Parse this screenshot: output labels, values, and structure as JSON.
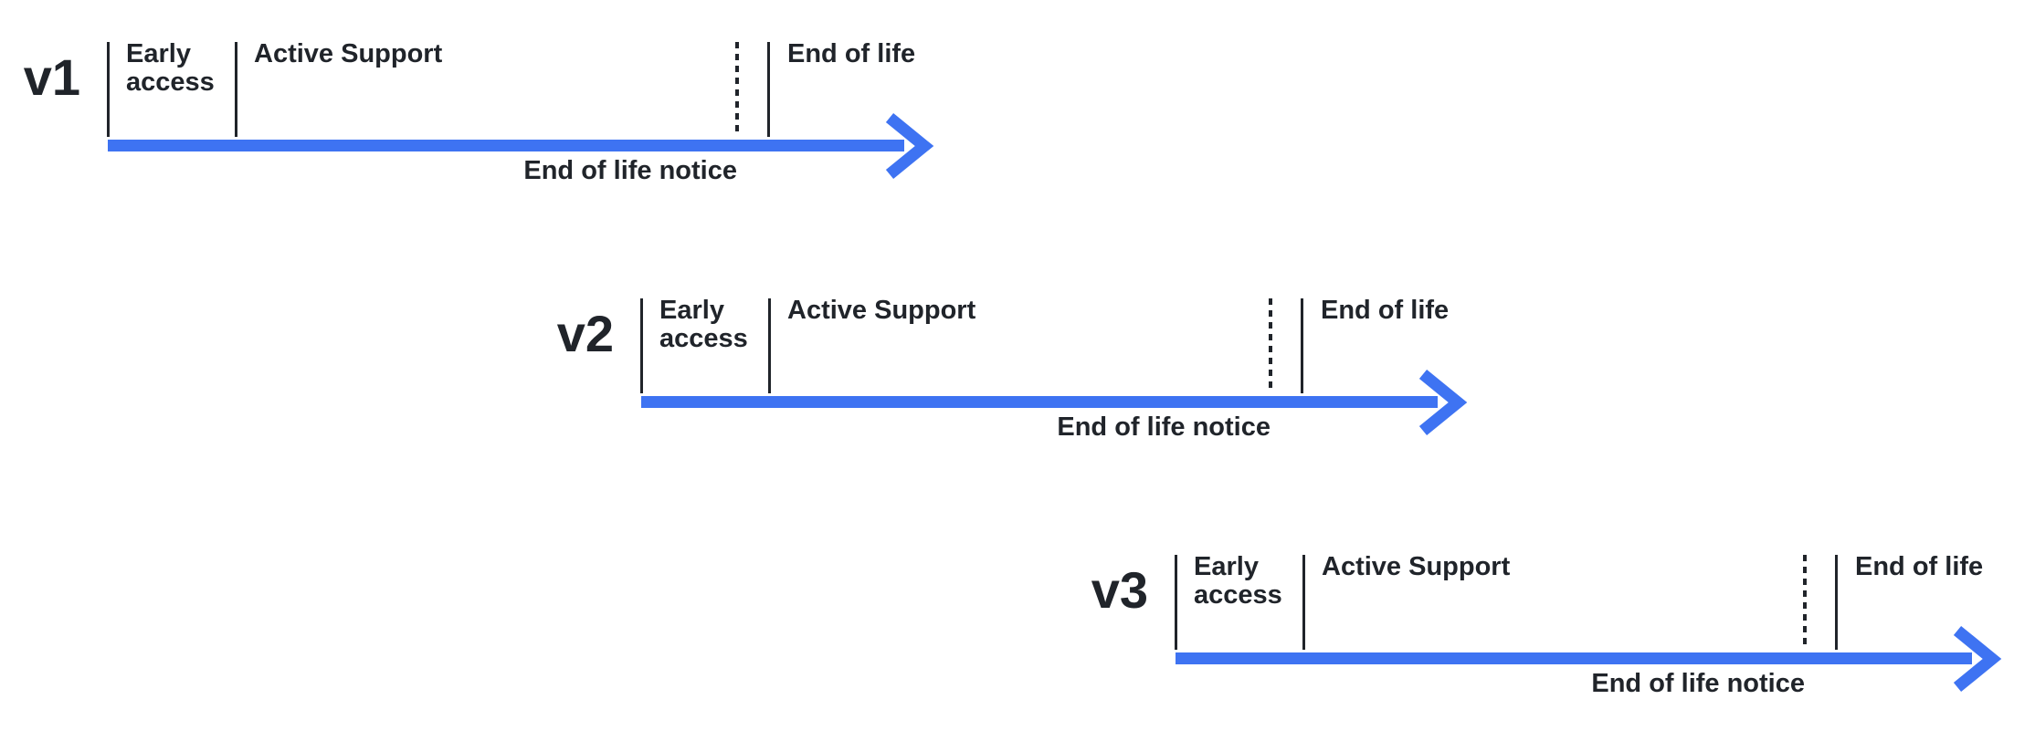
{
  "colors": {
    "background": "#FFFFFF",
    "ink": "#20242A",
    "arrow": "#3E73F2"
  },
  "timelines": [
    {
      "version": "v1",
      "early_access_label": "Early access",
      "active_support_label": "Active Support",
      "end_of_life_label": "End of life",
      "end_of_life_notice_label": "End of life notice"
    },
    {
      "version": "v2",
      "early_access_label": "Early access",
      "active_support_label": "Active Support",
      "end_of_life_label": "End of life",
      "end_of_life_notice_label": "End of life notice"
    },
    {
      "version": "v3",
      "early_access_label": "Early access",
      "active_support_label": "Active Support",
      "end_of_life_label": "End of life",
      "end_of_life_notice_label": "End of life notice"
    }
  ]
}
